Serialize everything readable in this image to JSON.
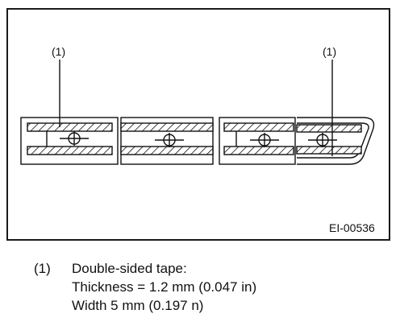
{
  "diagram": {
    "callouts": [
      "(1)",
      "(1)"
    ],
    "figure_code": "EI-00536"
  },
  "legend": {
    "number": "(1)",
    "item_title": "Double-sided tape:",
    "thickness": "Thickness = 1.2 mm (0.047 in)",
    "width": "Width 5 mm (0.197 n)"
  }
}
